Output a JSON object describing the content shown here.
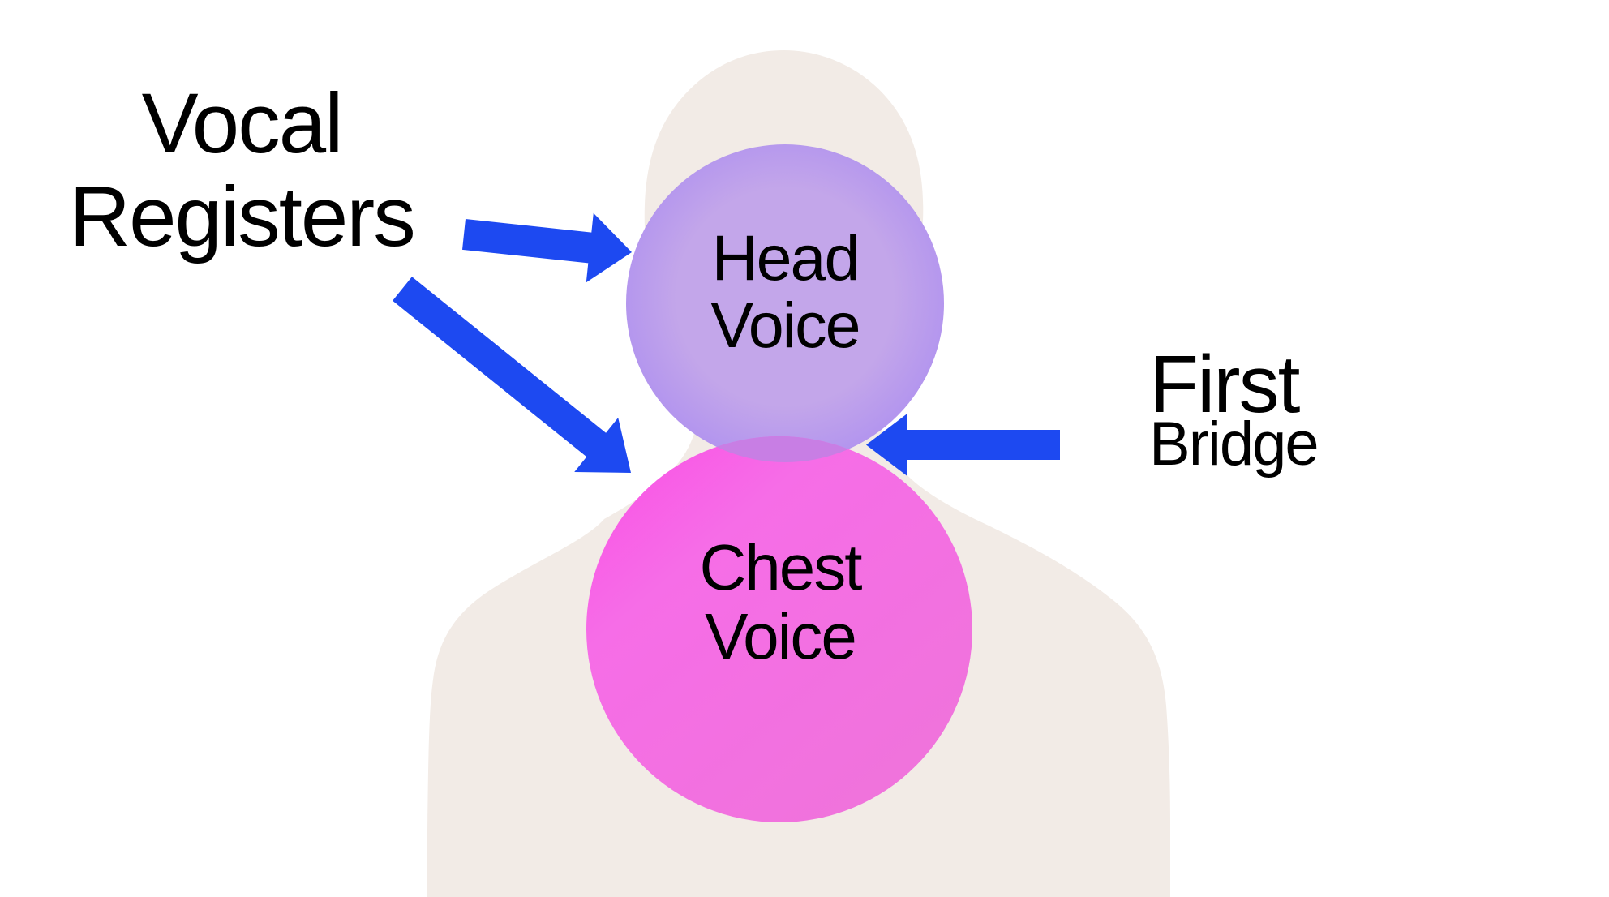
{
  "title": {
    "line1": "Vocal",
    "line2": "Registers"
  },
  "nodes": {
    "head_voice": {
      "line1": "Head",
      "line2": "Voice"
    },
    "chest_voice": {
      "line1": "Chest",
      "line2": "Voice"
    }
  },
  "annotation": {
    "line1": "First",
    "line2": "Bridge"
  },
  "diagram": {
    "type": "anatomy-annotation",
    "subject": "person-silhouette",
    "relations": [
      {
        "from": "Vocal Registers",
        "to": "Head Voice",
        "connector": "arrow"
      },
      {
        "from": "Vocal Registers",
        "to": "register junction",
        "connector": "arrow"
      },
      {
        "from": "First Bridge",
        "to": "junction of Head Voice and Chest Voice",
        "connector": "arrow"
      }
    ]
  },
  "colors": {
    "background": "#ffffff",
    "silhouette": "#f2ebe6",
    "head_circle_center": "#c3a6ea",
    "head_circle_edge": "#b092ef",
    "chest_circle_main": "#f66de7",
    "chest_circle_bright": "#fb4ee6",
    "chest_circle_deep": "#ef74da",
    "overlap": "#c87ee4",
    "arrow": "#1d49f1",
    "text": "#000000"
  }
}
